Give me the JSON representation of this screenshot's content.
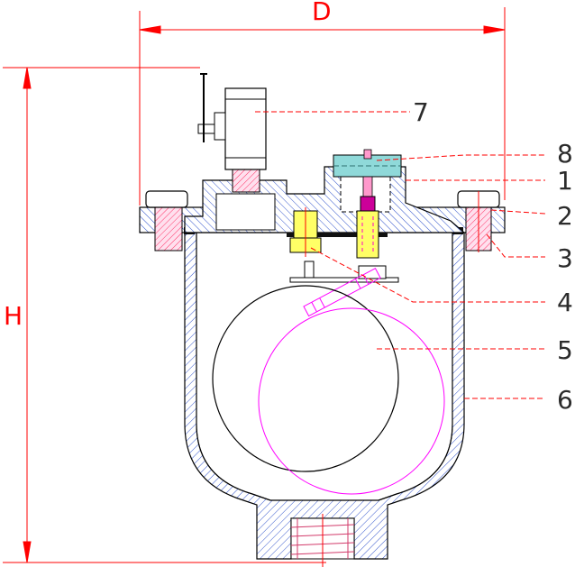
{
  "dimensions": {
    "width_label": "D",
    "height_label": "H"
  },
  "callouts": [
    {
      "id": "7",
      "text": "7"
    },
    {
      "id": "8",
      "text": "8"
    },
    {
      "id": "1",
      "text": "1"
    },
    {
      "id": "2",
      "text": "2"
    },
    {
      "id": "3",
      "text": "3"
    },
    {
      "id": "4",
      "text": "4"
    },
    {
      "id": "5",
      "text": "5"
    },
    {
      "id": "6",
      "text": "6"
    }
  ],
  "colors": {
    "dimension": "#ff0000",
    "outline": "#000000",
    "hatch": "#0000ff",
    "float_alt": "#ff00ff",
    "brass": "#ffff66",
    "cap": "#66cccc",
    "pin": "#ff33cc",
    "stem": "#ff99cc"
  }
}
